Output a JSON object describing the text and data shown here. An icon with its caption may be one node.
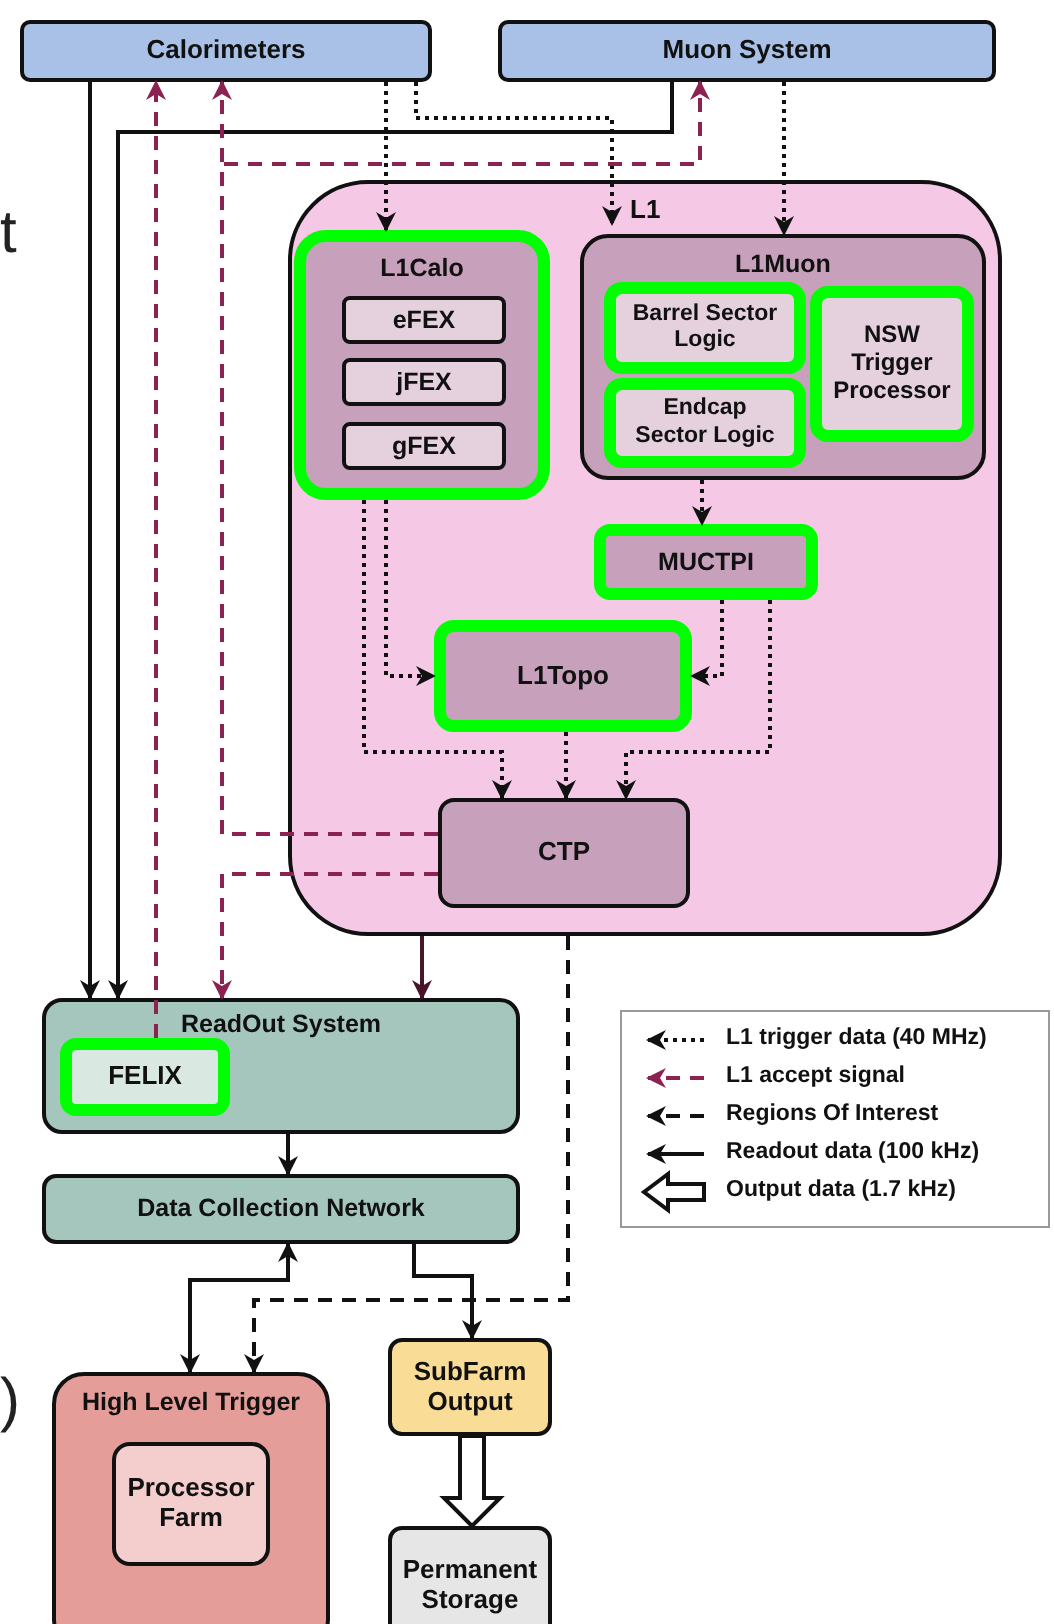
{
  "diagram": {
    "nodes": [
      {
        "text": [
          "Calorimeters"
        ]
      },
      {
        "text": [
          "Muon System"
        ]
      },
      {
        "text": [
          "L1"
        ]
      },
      {
        "text": [
          "L1Calo"
        ],
        "in": 2
      },
      {
        "text": [
          "eFEX"
        ],
        "in": 3
      },
      {
        "text": [
          "jFEX"
        ],
        "in": 3
      },
      {
        "text": [
          "gFEX"
        ],
        "in": 3
      },
      {
        "text": [
          "L1Muon"
        ],
        "in": 2
      },
      {
        "text": [
          "Barrel Sector Logic"
        ],
        "in": 7
      },
      {
        "text": [
          "Endcap Sector Logic"
        ],
        "in": 7
      },
      {
        "text": [
          "NSW Trigger Processor"
        ],
        "in": 7
      },
      {
        "text": [
          "MUCTPI"
        ],
        "in": 2
      },
      {
        "text": [
          "L1Topo"
        ],
        "in": 2
      },
      {
        "text": [
          "CTP"
        ],
        "in": 2
      },
      {
        "text": [
          "ReadOut System"
        ]
      },
      {
        "text": [
          "FELIX"
        ],
        "in": 14
      },
      {
        "text": [
          "Data Collection Network"
        ]
      },
      {
        "text": [
          "High Level Trigger"
        ]
      },
      {
        "text": [
          "Processor Farm"
        ],
        "in": 17
      },
      {
        "text": [
          "SubFarm Output"
        ]
      },
      {
        "text": [
          "Permanent Storage"
        ]
      }
    ],
    "edges": [
      {
        "from": 0,
        "to": 14,
        "arrow": "to"
      },
      {
        "from": 1,
        "to": 14,
        "arrow": "to"
      },
      {
        "from": 0,
        "to": 3,
        "arrow": "to",
        "style": "dashed"
      },
      {
        "from": 0,
        "to": 2,
        "arrow": "to",
        "style": "dashed"
      },
      {
        "from": 1,
        "to": 7,
        "arrow": "to",
        "style": "dashed"
      },
      {
        "from": 13,
        "to": 0,
        "arrow": "to",
        "style": "dashed",
        "color": "#8b2252"
      },
      {
        "from": 13,
        "to": 1,
        "arrow": "to",
        "style": "dashed",
        "color": "#8b2252"
      },
      {
        "from": 15,
        "to": 0,
        "arrow": "to",
        "style": "dashed",
        "color": "#8b2252"
      },
      {
        "from": 13,
        "to": 14,
        "arrow": "to",
        "style": "dashed",
        "color": "#8b2252"
      },
      {
        "from": 2,
        "to": 14,
        "arrow": "to",
        "color": "#4a1528"
      },
      {
        "from": 2,
        "to": 17,
        "arrow": "to",
        "style": "dashed"
      },
      {
        "from": 3,
        "to": 12,
        "arrow": "to",
        "style": "dashed"
      },
      {
        "from": 3,
        "to": 13,
        "arrow": "to",
        "style": "dashed"
      },
      {
        "from": 7,
        "to": 11,
        "arrow": "to",
        "style": "dashed"
      },
      {
        "from": 11,
        "to": 12,
        "arrow": "to",
        "style": "dashed"
      },
      {
        "from": 11,
        "to": 13,
        "arrow": "to",
        "style": "dashed"
      },
      {
        "from": 12,
        "to": 13,
        "arrow": "to",
        "style": "dashed"
      },
      {
        "from": 14,
        "to": 16,
        "arrow": "to"
      },
      {
        "from": 16,
        "to": 17,
        "arrow": "both"
      },
      {
        "from": 16,
        "to": 19,
        "arrow": "to"
      },
      {
        "from": 19,
        "to": 20,
        "arrow": "to",
        "style": "thick"
      }
    ],
    "labels": [
      "t",
      ")"
    ],
    "legend": [
      {
        "text": "L1 trigger data (40 MHz)"
      },
      {
        "text": "L1 accept signal"
      },
      {
        "text": "Regions Of Interest"
      },
      {
        "text": "Readout data (100 kHz)"
      },
      {
        "text": "Output data (1.7 kHz)"
      }
    ]
  }
}
